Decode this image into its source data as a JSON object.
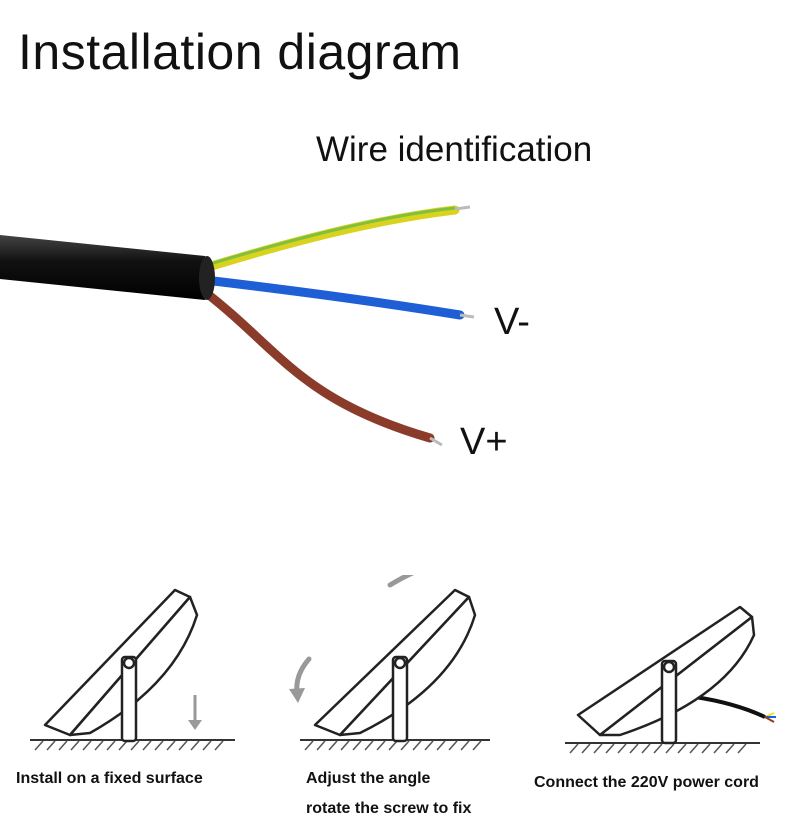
{
  "title": "Installation diagram",
  "wire_section": {
    "title": "Wire identification",
    "labels": {
      "negative": "V-",
      "positive": "V+"
    },
    "wire_colors": {
      "jacket": "#111111",
      "yellow_green": "#e8e22a",
      "blue": "#1f5fd6",
      "brown": "#8a3b2a"
    }
  },
  "steps": [
    {
      "caption": "Install on a fixed surface"
    },
    {
      "caption_line1": "Adjust the angle",
      "caption_line2": "rotate the screw to fix"
    },
    {
      "caption": "Connect the 220V power cord"
    }
  ]
}
